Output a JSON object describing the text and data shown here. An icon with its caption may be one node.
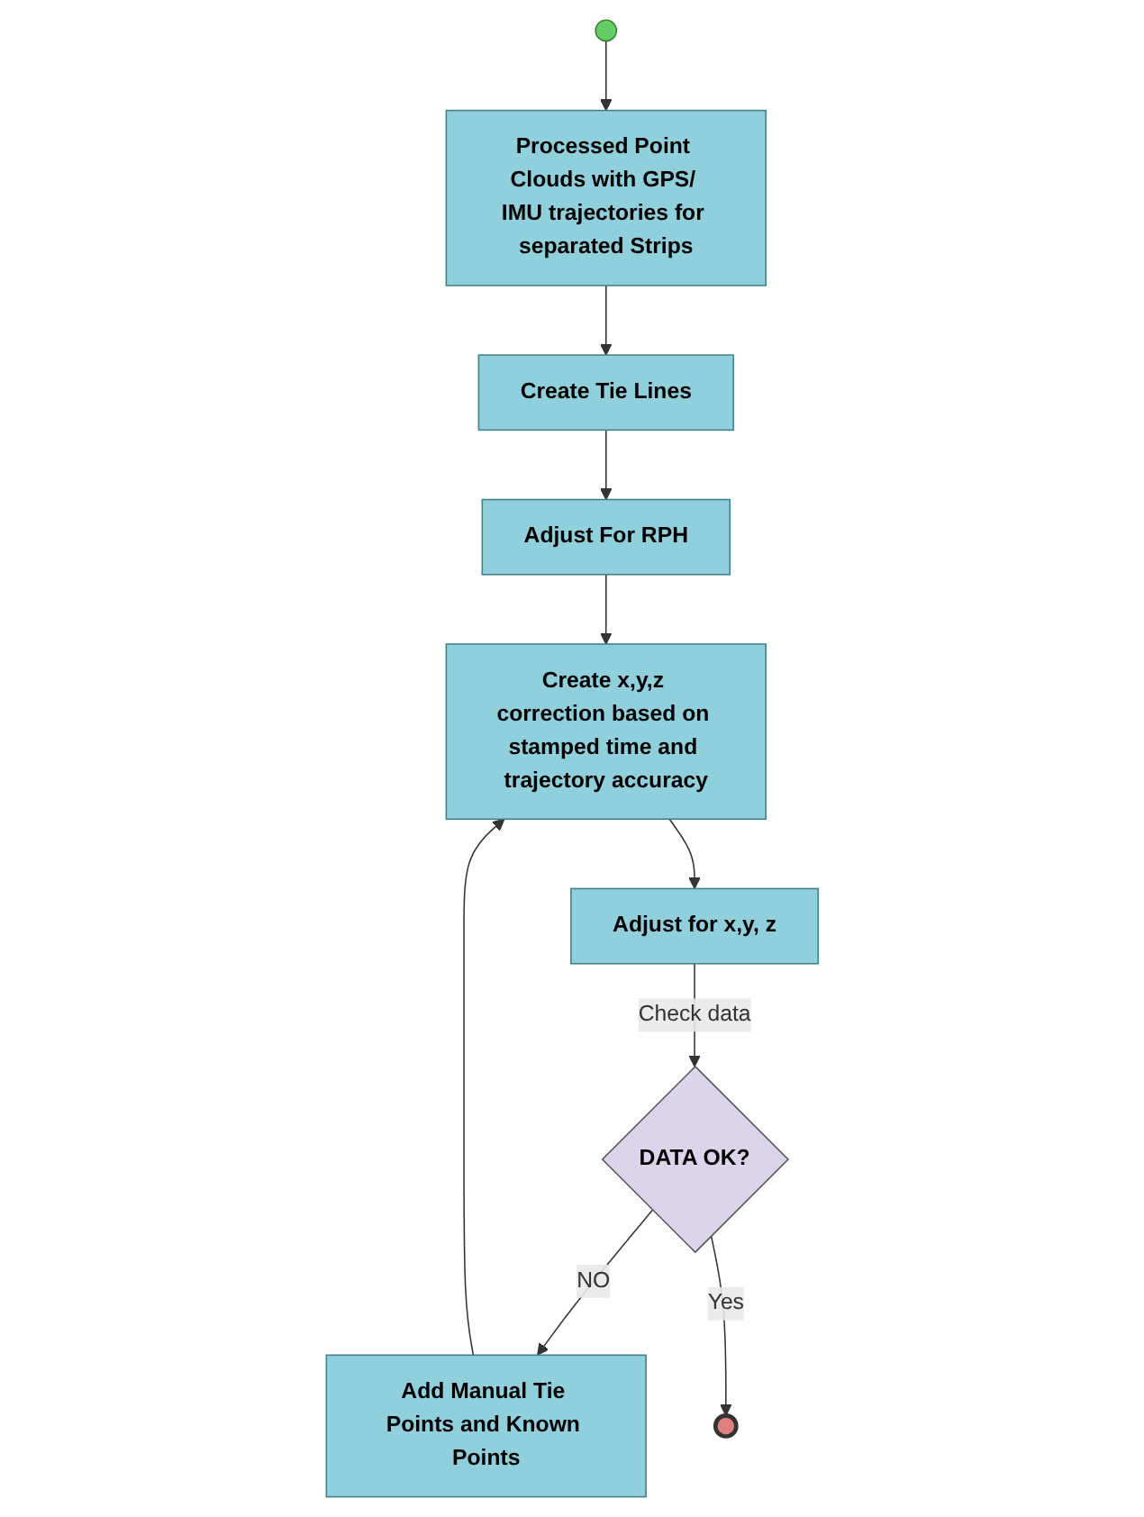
{
  "diagram": {
    "nodes": [
      {
        "text": [],
        "shape": "circle"
      },
      {
        "text": [
          "Processed Point Clouds with GPS/ IMU trajectories for separated Strips"
        ]
      },
      {
        "text": [
          "Create Tie Lines"
        ]
      },
      {
        "text": [
          "Adjust For RPH"
        ]
      },
      {
        "text": [
          "Add Manual Tie Points and Known Points"
        ]
      },
      {
        "text": [
          "Create x,y,z correction based on stamped time and trajectory accuracy"
        ]
      },
      {
        "text": [
          "Adjust for x,y, z"
        ]
      },
      {
        "text": [
          "DATA OK?"
        ]
      },
      {
        "text": [],
        "shape": "circle"
      }
    ],
    "edges": [
      {
        "from": 0,
        "to": 1,
        "arrow": "to"
      },
      {
        "from": 1,
        "to": 2,
        "arrow": "to"
      },
      {
        "from": 2,
        "to": 3,
        "arrow": "to"
      },
      {
        "from": 3,
        "to": 5,
        "arrow": "to"
      },
      {
        "from": 4,
        "to": 5,
        "arrow": "to"
      },
      {
        "from": 5,
        "to": 6,
        "arrow": "to"
      },
      {
        "from": 6,
        "to": 7,
        "label": "Check data",
        "arrow": "to"
      },
      {
        "from": 7,
        "to": 4,
        "label": "NO",
        "arrow": "to"
      },
      {
        "from": 7,
        "to": 8,
        "label": "Yes",
        "arrow": "to"
      }
    ]
  }
}
